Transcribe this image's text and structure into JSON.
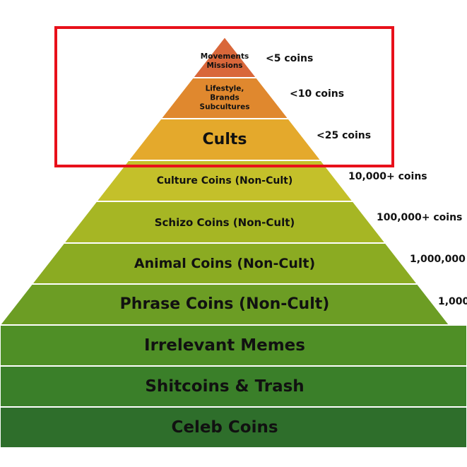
{
  "tiers": [
    {
      "label_lines": [
        "Movements",
        "Missions"
      ],
      "count": "<5 coins",
      "color": "#d9673a"
    },
    {
      "label_lines": [
        "Lifestyle,",
        "Brands",
        "Subcultures"
      ],
      "count": "<10 coins",
      "color": "#e0882e"
    },
    {
      "label_lines": [
        "Cults"
      ],
      "count": "<25 coins",
      "color": "#e4a92c"
    },
    {
      "label_lines": [
        "Culture Coins (Non-Cult)"
      ],
      "count": "10,000+ coins",
      "color": "#c4c02a"
    },
    {
      "label_lines": [
        "Schizo Coins (Non-Cult)"
      ],
      "count": "100,000+ coins",
      "color": "#a6b624"
    },
    {
      "label_lines": [
        "Animal Coins (Non-Cult)"
      ],
      "count": "1,000,000",
      "color": "#8bab22"
    },
    {
      "label_lines": [
        "Phrase Coins (Non-Cult)"
      ],
      "count": "1,000",
      "color": "#6c9d24"
    },
    {
      "label_lines": [
        "Irrelevant Memes"
      ],
      "count": "",
      "color": "#4f8f26"
    },
    {
      "label_lines": [
        "Shitcoins & Trash"
      ],
      "count": "",
      "color": "#3a7f29"
    },
    {
      "label_lines": [
        "Celeb Coins"
      ],
      "count": "",
      "color": "#2e6e2b"
    }
  ],
  "highlight_color": "#e8101a"
}
